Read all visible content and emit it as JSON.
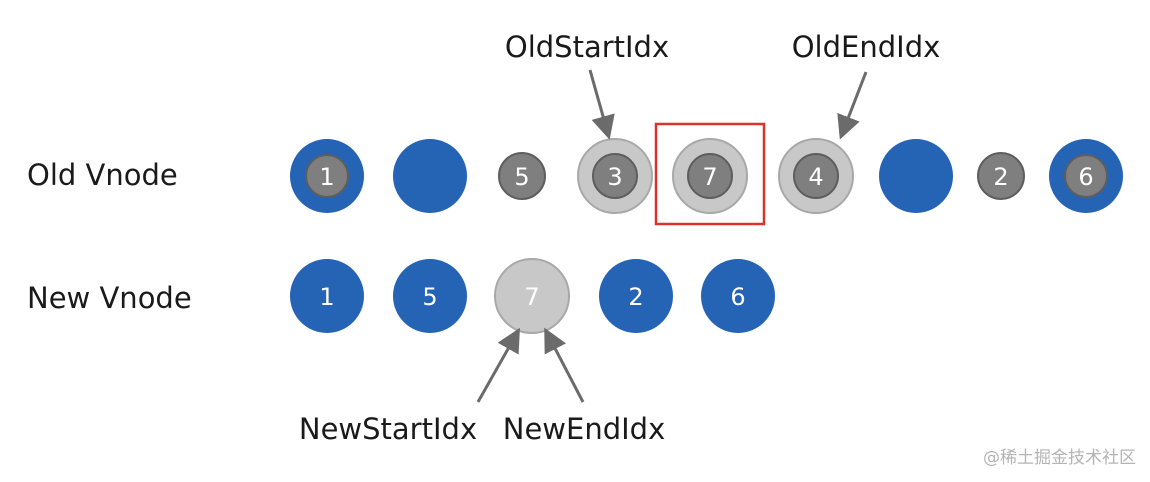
{
  "rows": {
    "old_label": "Old Vnode",
    "new_label": "New Vnode"
  },
  "old_nodes": [
    {
      "label": "1",
      "style": "blue-ring"
    },
    {
      "label": "",
      "style": "blue"
    },
    {
      "label": "5",
      "style": "gray-small"
    },
    {
      "label": "3",
      "style": "light-ring"
    },
    {
      "label": "7",
      "style": "light-ring"
    },
    {
      "label": "4",
      "style": "light-ring"
    },
    {
      "label": "",
      "style": "blue"
    },
    {
      "label": "2",
      "style": "gray-small"
    },
    {
      "label": "6",
      "style": "blue-ring"
    }
  ],
  "new_nodes": [
    {
      "label": "1",
      "style": "blue"
    },
    {
      "label": "5",
      "style": "blue"
    },
    {
      "label": "7",
      "style": "light"
    },
    {
      "label": "2",
      "style": "blue"
    },
    {
      "label": "6",
      "style": "blue"
    }
  ],
  "pointers": {
    "old_start": "OldStartIdx",
    "old_end": "OldEndIdx",
    "new_start": "NewStartIdx",
    "new_end": "NewEndIdx"
  },
  "highlight": {
    "row": "old",
    "index": 4
  },
  "colors": {
    "blue": "#2563b5",
    "inner_gray": "#7f7f7f",
    "inner_stroke": "#5e5e5e",
    "light_gray": "#c8c8c8",
    "light_stroke": "#a8a8a8",
    "arrow": "#6b6b6b",
    "highlight": "#d9342b"
  },
  "watermark": "@稀土掘金技术社区"
}
